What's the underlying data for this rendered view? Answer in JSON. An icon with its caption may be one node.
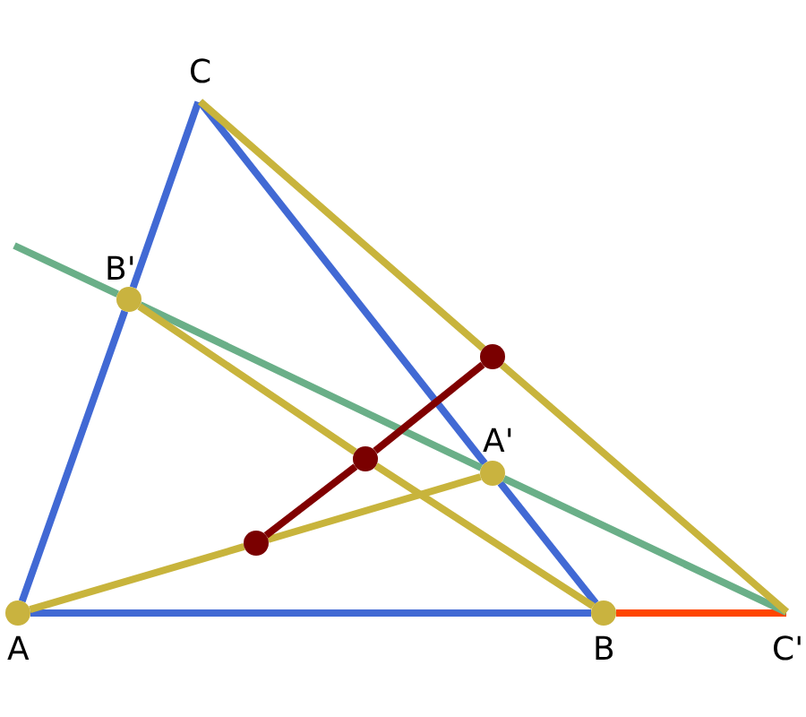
{
  "diagram": {
    "nodes": [
      {
        "text": [
          "A"
        ]
      },
      {
        "text": [
          "B"
        ]
      },
      {
        "text": [
          "C"
        ]
      },
      {
        "text": [
          "A'"
        ]
      },
      {
        "text": [
          "B'"
        ]
      },
      {
        "text": [
          "C'"
        ]
      },
      {
        "text": [],
        "shape": "circle"
      },
      {
        "text": [],
        "shape": "circle"
      },
      {
        "text": [],
        "shape": "circle"
      }
    ],
    "edges": [
      {
        "from": 0,
        "to": 1,
        "arrow": "none",
        "color": "#4169d4"
      },
      {
        "from": 1,
        "to": 3,
        "arrow": "none",
        "color": "#4169d4"
      },
      {
        "from": 3,
        "to": 2,
        "arrow": "none",
        "color": "#4169d4"
      },
      {
        "from": 0,
        "to": 4,
        "arrow": "none",
        "color": "#4169d4"
      },
      {
        "from": 4,
        "to": 2,
        "arrow": "none",
        "color": "#4169d4"
      },
      {
        "from": 1,
        "to": 5,
        "arrow": "none",
        "color": "#ff4500"
      },
      {
        "from": null,
        "to": 4,
        "arrow": "none",
        "color": "#6aaf88"
      },
      {
        "from": 4,
        "to": 3,
        "arrow": "none",
        "color": "#6aaf88"
      },
      {
        "from": 3,
        "to": 5,
        "arrow": "none",
        "color": "#6aaf88"
      },
      {
        "from": 2,
        "to": 8,
        "arrow": "none"
      },
      {
        "from": 8,
        "to": 5,
        "arrow": "none"
      },
      {
        "from": 4,
        "to": 7,
        "arrow": "none"
      },
      {
        "from": 7,
        "to": 1,
        "arrow": "none"
      },
      {
        "from": 0,
        "to": 6,
        "arrow": "none"
      },
      {
        "from": 6,
        "to": 3,
        "arrow": "none"
      },
      {
        "from": 6,
        "to": 7,
        "arrow": "none",
        "color": "#800000"
      },
      {
        "from": 7,
        "to": 8,
        "arrow": "none",
        "color": "#800000"
      }
    ]
  }
}
